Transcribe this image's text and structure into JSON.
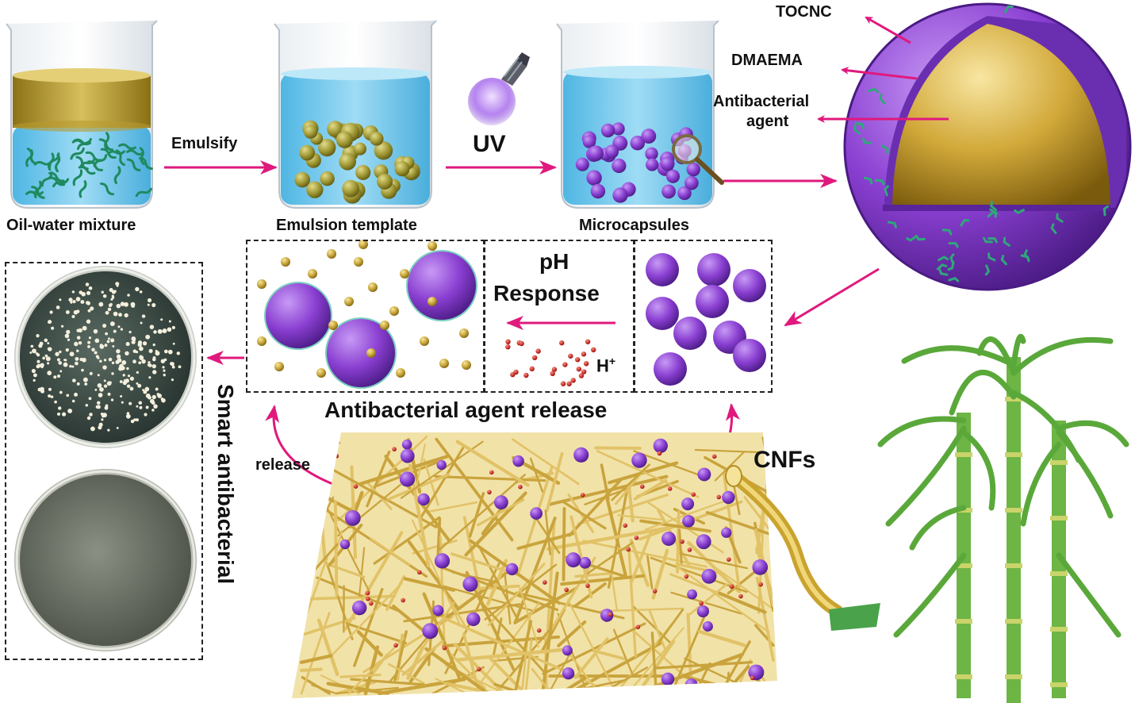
{
  "labels": {
    "oil_water": "Oil-water mixture",
    "emulsify": "Emulsify",
    "emulsion_template": "Emulsion template",
    "uv": "UV",
    "microcapsules": "Microcapsules",
    "tocnc": "TOCNC",
    "dmaema": "DMAEMA",
    "antibacterial_agent_line1": "Antibacterial",
    "antibacterial_agent_line2": "agent",
    "ph": "pH",
    "response": "Response",
    "h_plus": "H",
    "h_plus_sup": "+",
    "agent_release": "Antibacterial agent release",
    "release": "release",
    "cnfs": "CNFs",
    "smart_antibacterial": "Smart antibacterial"
  },
  "colors": {
    "arrow": "#e0197d",
    "capsule_purple": "#8a3fd1",
    "oil_gold": "#b99a2a",
    "water_blue": "#6cc6ea",
    "fiber_gold": "#d9b44a",
    "cane_green": "#5aa83a",
    "tocnc_green": "#2fa77a"
  }
}
